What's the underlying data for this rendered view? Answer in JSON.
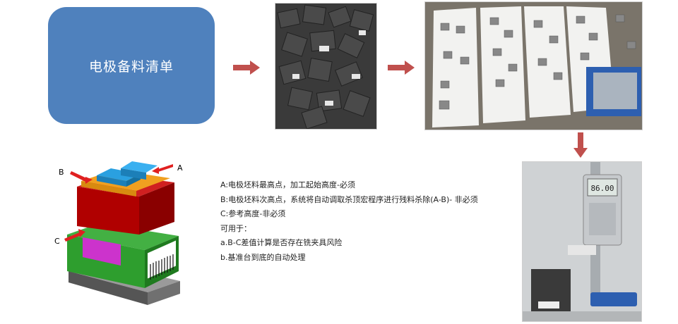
{
  "start_box": {
    "label": "电极备料清单"
  },
  "diagram_labels": {
    "a": "A",
    "b": "B",
    "c": "C"
  },
  "display": {
    "reading": "86.00"
  },
  "notes": [
    "A:电极坯料最高点，加工起始高度-必须",
    "B:电极坯料次高点，系统将自动调取杀顶宏程序进行残料杀除(A-B)- 非必须",
    "C:参考高度-非必须",
    "可用于：",
    "a.B-C差值计算是否存在铣夹具风险",
    "b.基准台到底的自动处理"
  ],
  "colors": {
    "box_blue": "#4f81bd",
    "arrow_red": "#c0504d",
    "pointer_red": "#e02020",
    "block_red": "#b00000",
    "block_green": "#2e9e2e",
    "block_orange": "#f0a020",
    "block_blue": "#2aa0e0",
    "block_magenta": "#cc33cc"
  }
}
